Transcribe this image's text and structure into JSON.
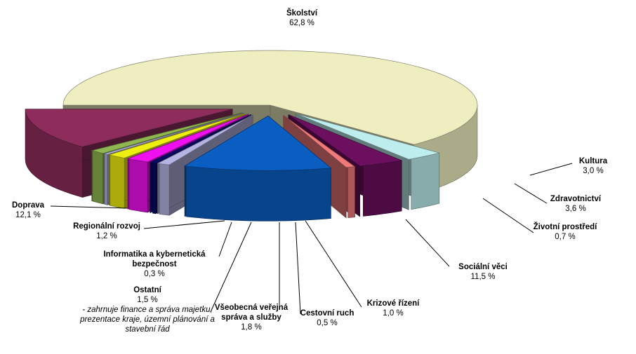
{
  "chart_data": {
    "type": "pie",
    "subtype": "3d-exploded",
    "title": "",
    "legend": "none",
    "data_labels": "category name and value",
    "slices": [
      {
        "name": "Školství",
        "label_lines": [
          "Školství"
        ],
        "value": 62.8,
        "value_text": "62,8 %",
        "color": "#EEEEC0"
      },
      {
        "name": "Kultura",
        "label_lines": [
          "Kultura"
        ],
        "value": 3.0,
        "value_text": "3,0 %",
        "color": "#BDEDED"
      },
      {
        "name": "Zdravotnictví",
        "label_lines": [
          "Zdravotnictví"
        ],
        "value": 3.6,
        "value_text": "3,6 %",
        "color": "#6B0F5E"
      },
      {
        "name": "Životní prostředí",
        "label_lines": [
          "Životní prostředí"
        ],
        "value": 0.7,
        "value_text": "0,7 %",
        "color": "#F07A7A"
      },
      {
        "name": "Sociální věci",
        "label_lines": [
          "Sociální věci"
        ],
        "value": 11.5,
        "value_text": "11,5 %",
        "color": "#0A5EC2"
      },
      {
        "name": "Krizové řízení",
        "label_lines": [
          "Krizové řízení"
        ],
        "value": 1.0,
        "value_text": "1,0 %",
        "color": "#B4B4E2"
      },
      {
        "name": "Cestovní ruch",
        "label_lines": [
          "Cestovní ruch"
        ],
        "value": 0.5,
        "value_text": "0,5 %",
        "color": "#0A0A6E"
      },
      {
        "name": "Všeobecná veřejná správa a služby",
        "label_lines": [
          "Všeobecná veřejná",
          "správa a služby"
        ],
        "value": 1.8,
        "value_text": "1,8 %",
        "color": "#EE10EE"
      },
      {
        "name": "Ostatní",
        "label_lines": [
          "Ostatní"
        ],
        "value": 1.5,
        "value_text": "1,5 %",
        "color": "#EEEE10",
        "note_lines": [
          "- zahrnuje finance a správa majetku,",
          "prezentace kraje, územní plánování a",
          "stavební řád"
        ]
      },
      {
        "name": "Informatika a kybernetická bezpečnost",
        "label_lines": [
          "Informatika a kybernetická",
          "bezpečnost"
        ],
        "value": 0.3,
        "value_text": "0,3 %",
        "color": "#B8B8E6"
      },
      {
        "name": "Regionální rozvoj",
        "label_lines": [
          "Regionální rozvoj"
        ],
        "value": 1.2,
        "value_text": "1,2 %",
        "color": "#8FB650"
      },
      {
        "name": "Doprava",
        "label_lines": [
          "Doprava"
        ],
        "value": 12.1,
        "value_text": "12,1 %",
        "color": "#8E2C5C"
      }
    ]
  }
}
